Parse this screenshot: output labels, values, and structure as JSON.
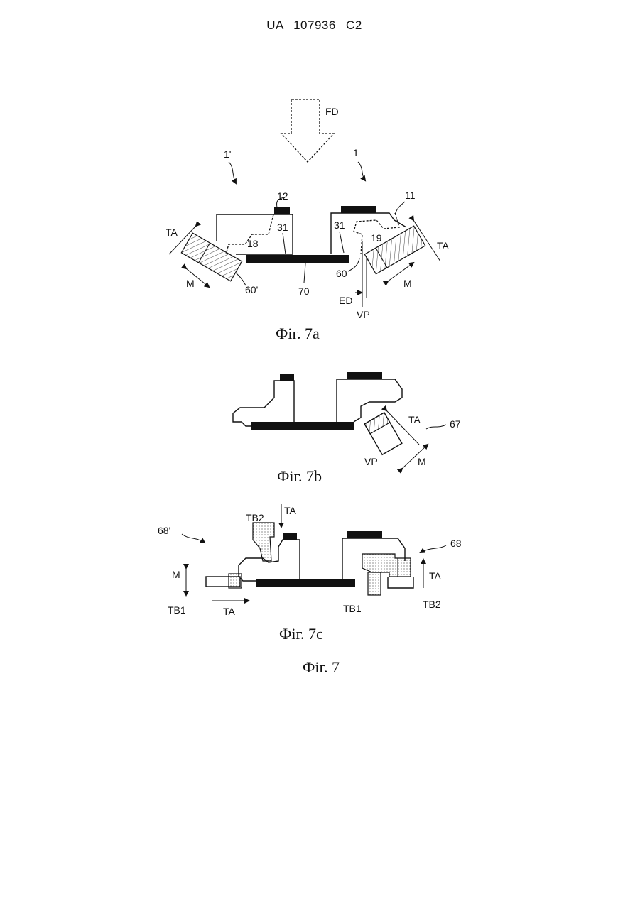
{
  "header": {
    "text": "UA  107936  C2"
  },
  "fig7a": {
    "caption": "Фіг. 7a",
    "labels": {
      "FD": "FD",
      "one_prime": "1'",
      "one": "1",
      "twelve": "12",
      "eleven": "11",
      "ta_left": "TA",
      "ta_right": "TA",
      "thirtyone_left": "31",
      "thirtyone_right": "31",
      "eighteen": "18",
      "nineteen": "19",
      "sixty": "60",
      "sixty_prime": "60'",
      "seventy": "70",
      "m_left": "M",
      "m_right": "M",
      "ED": "ED",
      "VP": "VP"
    }
  },
  "fig7b": {
    "caption": "Фіг. 7b",
    "labels": {
      "TA": "TA",
      "sixtyseven": "67",
      "VP": "VP",
      "M": "M"
    }
  },
  "fig7c": {
    "caption": "Фіг. 7c",
    "labels": {
      "TB2_left": "TB2",
      "TA_top": "TA",
      "sixtyeight_prime": "68'",
      "M": "M",
      "TB1_left": "TB1",
      "TA_bottom": "TA",
      "TB1_right": "TB1",
      "TB2_right": "TB2",
      "TA_right": "TA",
      "sixtyeight": "68"
    }
  },
  "figure": {
    "caption": "Фіг. 7"
  }
}
